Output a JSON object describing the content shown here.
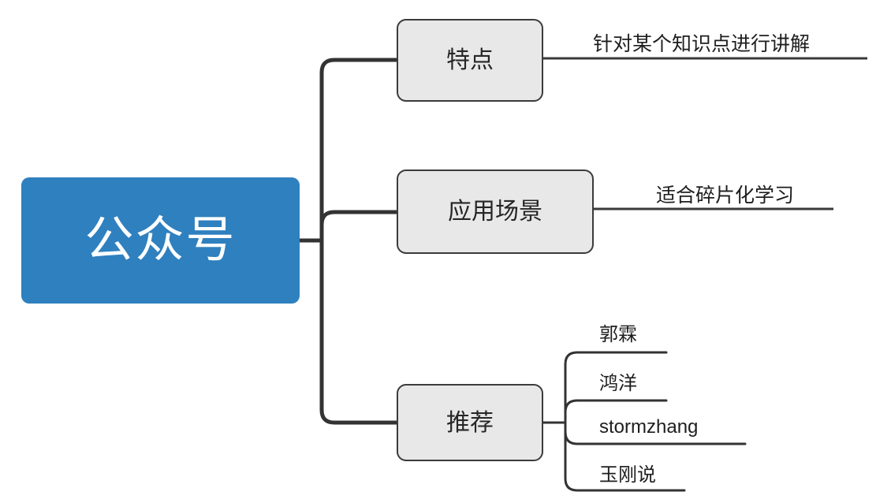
{
  "diagram": {
    "type": "mind-map",
    "title": "公众号",
    "background_color": "#ffffff",
    "root": {
      "label": "公众号",
      "fill_color": "#2f80bf",
      "text_color": "#ffffff"
    },
    "branch_style": {
      "fill_color": "#e8e8e8",
      "border_color": "#3b3b3b",
      "text_color": "#262626"
    },
    "connector_color": "#333333",
    "branches": [
      {
        "label": "特点",
        "children": [
          {
            "label": "针对某个知识点进行讲解"
          }
        ]
      },
      {
        "label": "应用场景",
        "children": [
          {
            "label": "适合碎片化学习"
          }
        ]
      },
      {
        "label": "推荐",
        "children": [
          {
            "label": "郭霖"
          },
          {
            "label": "鸿洋"
          },
          {
            "label": "stormzhang"
          },
          {
            "label": "玉刚说"
          }
        ]
      }
    ]
  }
}
